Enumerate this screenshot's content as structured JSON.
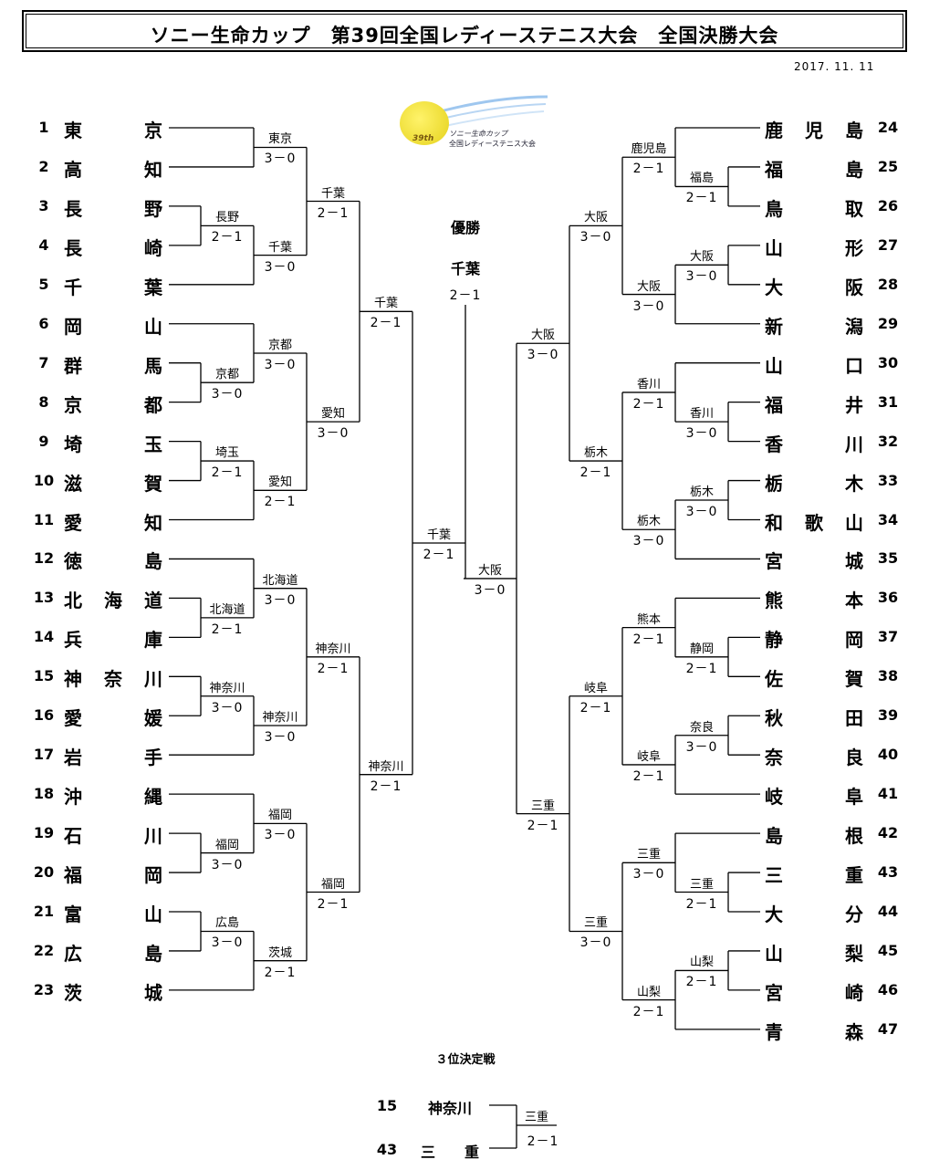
{
  "title": "ソニー生命カップ　第39回全国レディーステニス大会　全国決勝大会",
  "date": "2017. 11. 11",
  "logo": {
    "edition": "39th",
    "line1": "ソニー生命カップ",
    "line2": "全国レディーステニス大会"
  },
  "champion": {
    "label": "優勝",
    "name": "千葉",
    "score": "2－1"
  },
  "left_teams": [
    {
      "n": "1",
      "c": [
        "東",
        "",
        "京"
      ]
    },
    {
      "n": "2",
      "c": [
        "高",
        "",
        "知"
      ]
    },
    {
      "n": "3",
      "c": [
        "長",
        "",
        "野"
      ]
    },
    {
      "n": "4",
      "c": [
        "長",
        "",
        "崎"
      ]
    },
    {
      "n": "5",
      "c": [
        "千",
        "",
        "葉"
      ]
    },
    {
      "n": "6",
      "c": [
        "岡",
        "",
        "山"
      ]
    },
    {
      "n": "7",
      "c": [
        "群",
        "",
        "馬"
      ]
    },
    {
      "n": "8",
      "c": [
        "京",
        "",
        "都"
      ]
    },
    {
      "n": "9",
      "c": [
        "埼",
        "",
        "玉"
      ]
    },
    {
      "n": "10",
      "c": [
        "滋",
        "",
        "賀"
      ]
    },
    {
      "n": "11",
      "c": [
        "愛",
        "",
        "知"
      ]
    },
    {
      "n": "12",
      "c": [
        "徳",
        "",
        "島"
      ]
    },
    {
      "n": "13",
      "c": [
        "北",
        "海",
        "道"
      ]
    },
    {
      "n": "14",
      "c": [
        "兵",
        "",
        "庫"
      ]
    },
    {
      "n": "15",
      "c": [
        "神",
        "奈",
        "川"
      ]
    },
    {
      "n": "16",
      "c": [
        "愛",
        "",
        "媛"
      ]
    },
    {
      "n": "17",
      "c": [
        "岩",
        "",
        "手"
      ]
    },
    {
      "n": "18",
      "c": [
        "沖",
        "",
        "縄"
      ]
    },
    {
      "n": "19",
      "c": [
        "石",
        "",
        "川"
      ]
    },
    {
      "n": "20",
      "c": [
        "福",
        "",
        "岡"
      ]
    },
    {
      "n": "21",
      "c": [
        "富",
        "",
        "山"
      ]
    },
    {
      "n": "22",
      "c": [
        "広",
        "",
        "島"
      ]
    },
    {
      "n": "23",
      "c": [
        "茨",
        "",
        "城"
      ]
    }
  ],
  "right_teams": [
    {
      "n": "24",
      "c": [
        "鹿",
        "児",
        "島"
      ]
    },
    {
      "n": "25",
      "c": [
        "福",
        "",
        "島"
      ]
    },
    {
      "n": "26",
      "c": [
        "鳥",
        "",
        "取"
      ]
    },
    {
      "n": "27",
      "c": [
        "山",
        "",
        "形"
      ]
    },
    {
      "n": "28",
      "c": [
        "大",
        "",
        "阪"
      ]
    },
    {
      "n": "29",
      "c": [
        "新",
        "",
        "潟"
      ]
    },
    {
      "n": "30",
      "c": [
        "山",
        "",
        "口"
      ]
    },
    {
      "n": "31",
      "c": [
        "福",
        "",
        "井"
      ]
    },
    {
      "n": "32",
      "c": [
        "香",
        "",
        "川"
      ]
    },
    {
      "n": "33",
      "c": [
        "栃",
        "",
        "木"
      ]
    },
    {
      "n": "34",
      "c": [
        "和",
        "歌",
        "山"
      ]
    },
    {
      "n": "35",
      "c": [
        "宮",
        "",
        "城"
      ]
    },
    {
      "n": "36",
      "c": [
        "熊",
        "",
        "本"
      ]
    },
    {
      "n": "37",
      "c": [
        "静",
        "",
        "岡"
      ]
    },
    {
      "n": "38",
      "c": [
        "佐",
        "",
        "賀"
      ]
    },
    {
      "n": "39",
      "c": [
        "秋",
        "",
        "田"
      ]
    },
    {
      "n": "40",
      "c": [
        "奈",
        "",
        "良"
      ]
    },
    {
      "n": "41",
      "c": [
        "岐",
        "",
        "阜"
      ]
    },
    {
      "n": "42",
      "c": [
        "島",
        "",
        "根"
      ]
    },
    {
      "n": "43",
      "c": [
        "三",
        "",
        "重"
      ]
    },
    {
      "n": "44",
      "c": [
        "大",
        "",
        "分"
      ]
    },
    {
      "n": "45",
      "c": [
        "山",
        "",
        "梨"
      ]
    },
    {
      "n": "46",
      "c": [
        "宮",
        "",
        "崎"
      ]
    },
    {
      "n": "47",
      "c": [
        "青",
        "",
        "森"
      ]
    }
  ],
  "left_results": [
    {
      "w": "長野",
      "s": "2－1"
    },
    {
      "w": "京都",
      "s": "3－0"
    },
    {
      "w": "埼玉",
      "s": "2－1"
    },
    {
      "w": "北海道",
      "s": "2－1"
    },
    {
      "w": "神奈川",
      "s": "3－0"
    },
    {
      "w": "福岡",
      "s": "3－0"
    },
    {
      "w": "広島",
      "s": "3－0"
    },
    {
      "w": "東京",
      "s": "3－0"
    },
    {
      "w": "千葉",
      "s": "3－0"
    },
    {
      "w": "京都",
      "s": "3－0"
    },
    {
      "w": "愛知",
      "s": "2－1"
    },
    {
      "w": "北海道",
      "s": "3－0"
    },
    {
      "w": "神奈川",
      "s": "3－0"
    },
    {
      "w": "福岡",
      "s": "3－0"
    },
    {
      "w": "茨城",
      "s": "2－1"
    },
    {
      "w": "千葉",
      "s": "2－1"
    },
    {
      "w": "愛知",
      "s": "3－0"
    },
    {
      "w": "神奈川",
      "s": "2－1"
    },
    {
      "w": "福岡",
      "s": "2－1"
    },
    {
      "w": "千葉",
      "s": "2－1"
    },
    {
      "w": "神奈川",
      "s": "2－1"
    },
    {
      "w": "千葉",
      "s": "2－1"
    }
  ],
  "right_results": [
    {
      "w": "福島",
      "s": "2－1"
    },
    {
      "w": "大阪",
      "s": "3－0"
    },
    {
      "w": "香川",
      "s": "3－0"
    },
    {
      "w": "栃木",
      "s": "3－0"
    },
    {
      "w": "静岡",
      "s": "2－1"
    },
    {
      "w": "奈良",
      "s": "3－0"
    },
    {
      "w": "三重",
      "s": "2－1"
    },
    {
      "w": "山梨",
      "s": "2－1"
    },
    {
      "w": "鹿児島",
      "s": "2－1"
    },
    {
      "w": "大阪",
      "s": "3－0"
    },
    {
      "w": "香川",
      "s": "2－1"
    },
    {
      "w": "栃木",
      "s": "3－0"
    },
    {
      "w": "熊本",
      "s": "2－1"
    },
    {
      "w": "岐阜",
      "s": "2－1"
    },
    {
      "w": "三重",
      "s": "3－0"
    },
    {
      "w": "山梨",
      "s": "2－1"
    },
    {
      "w": "大阪",
      "s": "3－0"
    },
    {
      "w": "栃木",
      "s": "2－1"
    },
    {
      "w": "岐阜",
      "s": "2－1"
    },
    {
      "w": "三重",
      "s": "3－0"
    },
    {
      "w": "大阪",
      "s": "3－0"
    },
    {
      "w": "三重",
      "s": "2－1"
    },
    {
      "w": "大阪",
      "s": "3－0"
    }
  ],
  "third_place": {
    "label": "３位決定戦",
    "team1": {
      "n": "15",
      "name": "神奈川"
    },
    "team2": {
      "n": "43",
      "name": "三　　重"
    },
    "winner": "三重",
    "score": "2－1"
  }
}
